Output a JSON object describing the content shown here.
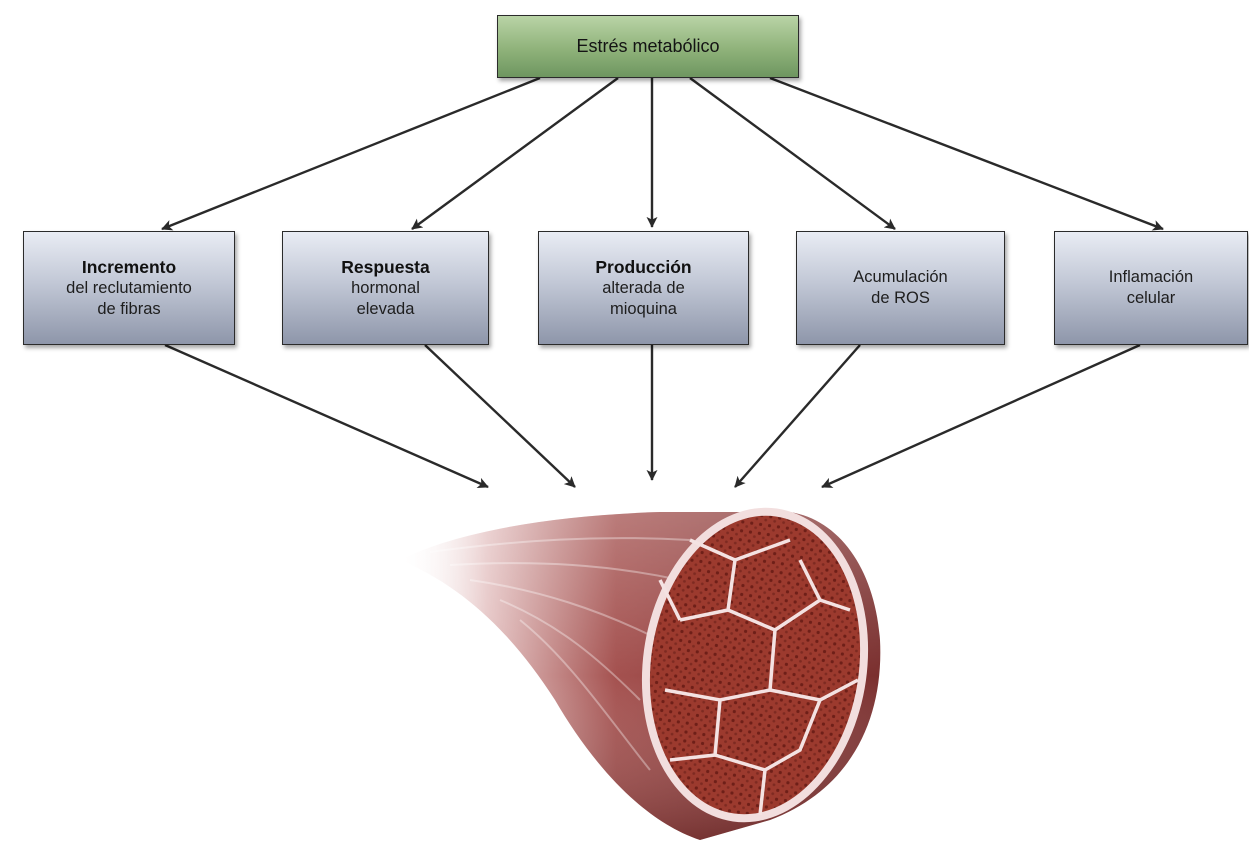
{
  "root": {
    "label": "Estrés metabólico",
    "color": "#8fb27a"
  },
  "factors": [
    {
      "title": "Incremento",
      "lines": [
        "del reclutamiento",
        "de fibras"
      ]
    },
    {
      "title": "Respuesta",
      "lines": [
        "hormonal",
        "elevada"
      ]
    },
    {
      "title": "Producción",
      "lines": [
        "alterada de",
        "mioquina"
      ]
    },
    {
      "title": "",
      "lines": [
        "Acumulación",
        "de ROS"
      ]
    },
    {
      "title": "",
      "lines": [
        "Inflamación",
        "celular"
      ]
    }
  ],
  "target": {
    "icon": "muscle-cross-section-icon",
    "color": "#8a3a38"
  },
  "colors": {
    "box_top": "#e9ecf4",
    "box_bottom": "#8e96aa",
    "arrow": "#2a2a2a"
  }
}
